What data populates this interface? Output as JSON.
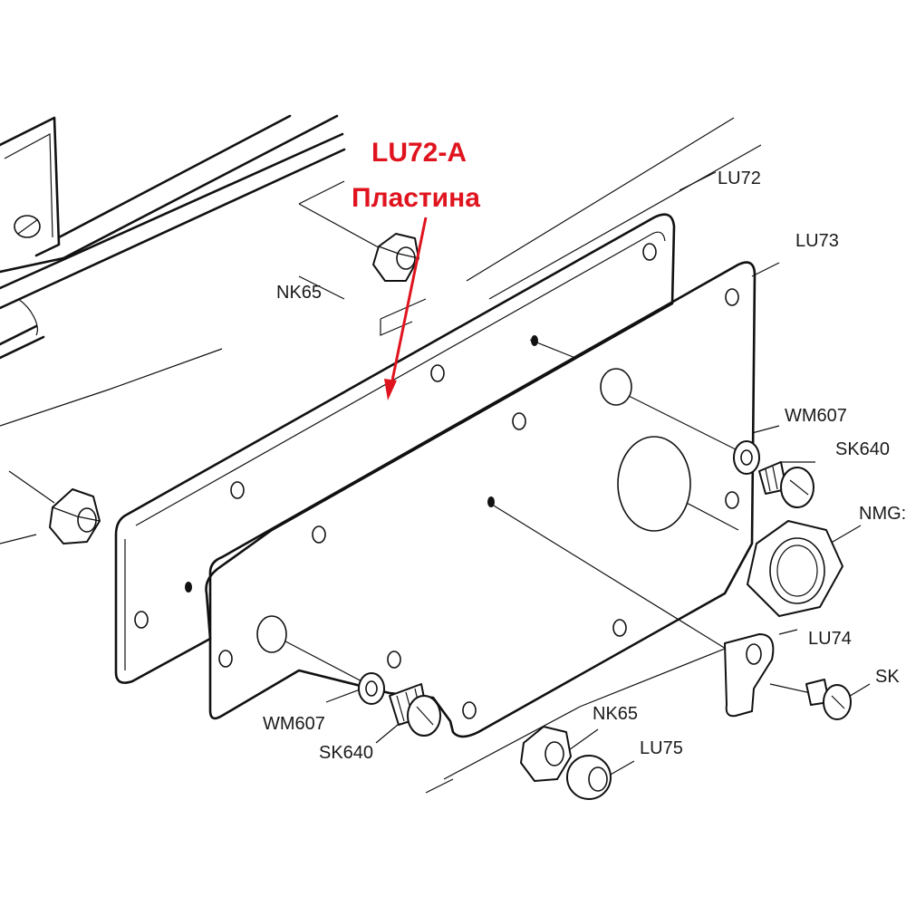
{
  "callout": {
    "code": "LU72-A",
    "name": "Пластина",
    "color": "#e0141e"
  },
  "labels": {
    "lu72": "LU72",
    "lu73": "LU73",
    "nk65_top": "NK65",
    "wm607_right": "WM607",
    "sk640_right": "SK640",
    "nmg": "NMG:",
    "lu74": "LU74",
    "sk_edge": "SK",
    "wm607_bottom": "WM607",
    "sk640_bottom": "SK640",
    "nk65_bottom": "NK65",
    "lu75": "LU75"
  },
  "icons": [
    "hex-nut-icon",
    "washer-icon",
    "screw-icon",
    "lock-nut-icon",
    "bracket-icon"
  ]
}
